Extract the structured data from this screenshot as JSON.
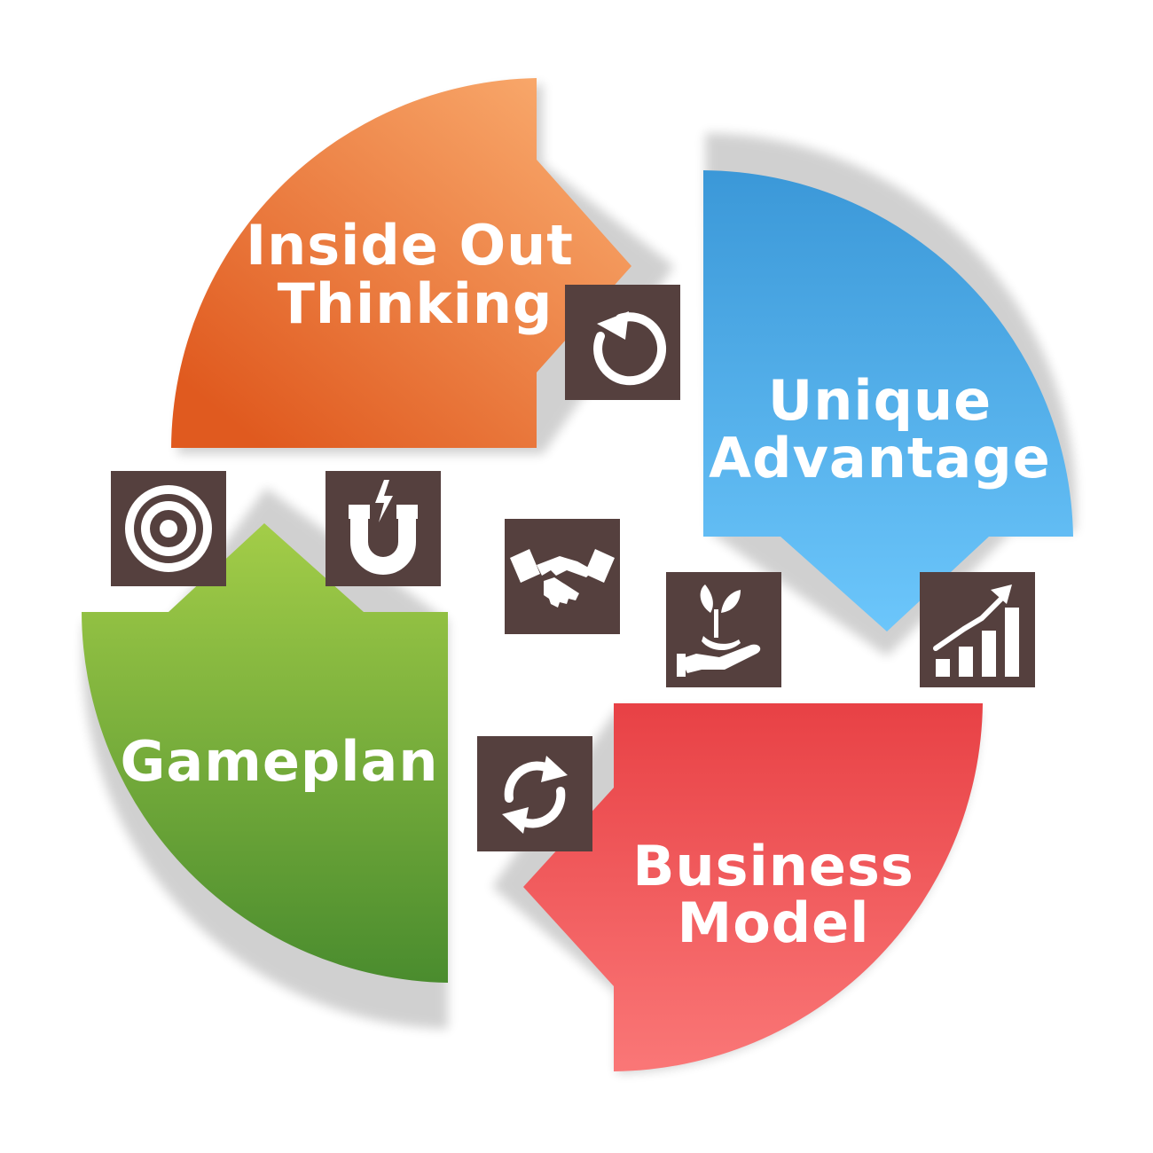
{
  "segments": [
    {
      "id": "inside-out",
      "lines": [
        "Inside Out",
        "Thinking"
      ],
      "color_top": "#f8a76a",
      "color_bottom": "#e05a1f"
    },
    {
      "id": "unique-advantage",
      "lines": [
        "Unique",
        "Advantage"
      ],
      "color_top": "#3b98d8",
      "color_bottom": "#6cc6fb"
    },
    {
      "id": "business-model",
      "lines": [
        "Business",
        "Model"
      ],
      "color_top": "#e84145",
      "color_bottom": "#fa7777"
    },
    {
      "id": "gameplan",
      "lines": [
        "Gameplan"
      ],
      "color_top": "#a3cd48",
      "color_bottom": "#4a8c2e"
    }
  ],
  "icons": [
    {
      "id": "refresh-arrow",
      "name": "refresh-arrow-icon"
    },
    {
      "id": "target",
      "name": "target-icon"
    },
    {
      "id": "magnet",
      "name": "magnet-icon"
    },
    {
      "id": "handshake",
      "name": "handshake-icon"
    },
    {
      "id": "hand-sprout",
      "name": "hand-sprout-icon"
    },
    {
      "id": "growth-chart",
      "name": "growth-chart-icon"
    },
    {
      "id": "sync-arrows",
      "name": "sync-arrows-icon"
    }
  ],
  "icon_box_color": "#55403e"
}
